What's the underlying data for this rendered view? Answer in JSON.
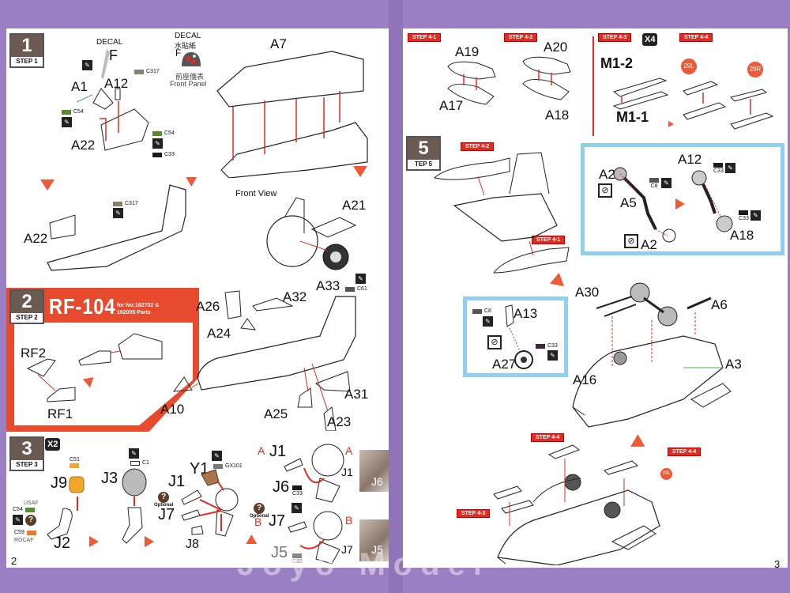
{
  "left_page": {
    "page_number": "2",
    "step1": {
      "number": "1",
      "label": "STEP 1",
      "decal_label": "DECAL",
      "decal_part": "F",
      "decal2_label": "DECAL",
      "decal2_chinese": "水貼紙",
      "decal2_part": "F",
      "front_panel_chinese": "前座儀表",
      "front_panel_label": "Front Panel",
      "parts": [
        "A1",
        "A12",
        "A22",
        "A7",
        "A22",
        "A21",
        "A33"
      ],
      "colors": [
        {
          "code": "C317",
          "hex": "#8a7f6a"
        },
        {
          "code": "C54",
          "hex": "#5a8a2e"
        },
        {
          "code": "C54",
          "hex": "#5a8a2e"
        },
        {
          "code": "C33",
          "hex": "#1a1a1a"
        },
        {
          "code": "C317",
          "hex": "#8a7f6a"
        },
        {
          "code": "C61",
          "hex": "#555555"
        }
      ],
      "front_view_label": "Front View"
    },
    "step2": {
      "number": "2",
      "label": "STEP 2",
      "variant_title": "RF-104",
      "variant_note_line1": "for No:162702 &",
      "variant_note_line2": "162005 Parts",
      "variant_parts": [
        "RF2",
        "RF1"
      ],
      "parts": [
        "A26",
        "A32",
        "A24",
        "A10",
        "A25",
        "A23",
        "A31"
      ]
    },
    "step3": {
      "number": "3",
      "label": "STEP 3",
      "multiplier": "X2",
      "parts": [
        "J9",
        "J2",
        "J3",
        "J1",
        "Y1",
        "J7",
        "J8"
      ],
      "colors": [
        {
          "code": "C51",
          "hex": "#f0a82a"
        },
        {
          "code": "C54",
          "hex": "#5a8a2e",
          "note": "USAF"
        },
        {
          "code": "C59",
          "hex": "#f07a2a",
          "note": "ROCAF"
        },
        {
          "code": "C1",
          "hex": "#ffffff"
        },
        {
          "code": "GX101",
          "hex": "#777777"
        }
      ],
      "optional_label": "Optional",
      "option_a": {
        "tag": "A",
        "parts": [
          "J1",
          "J6"
        ],
        "color": "C33",
        "photo_labels": [
          "J1",
          "J6"
        ]
      },
      "option_b": {
        "tag": "B",
        "parts": [
          "J7",
          "J5"
        ],
        "color": "C33",
        "photo_labels": [
          "J7",
          "J5"
        ]
      }
    }
  },
  "right_page": {
    "page_number": "3",
    "step4_1": {
      "label": "STEP 4-1",
      "parts": [
        "A19",
        "A17"
      ]
    },
    "step4_2": {
      "label": "STEP 4-2",
      "parts": [
        "A20",
        "A18"
      ]
    },
    "step4_3": {
      "label": "STEP 4-3",
      "multiplier": "X4",
      "parts": [
        "M1-2",
        "M1-1"
      ]
    },
    "step4_4": {
      "label": "STEP 4-4",
      "markers": [
        "29L",
        "29R"
      ]
    },
    "step5": {
      "number": "5",
      "label": "TEP 5",
      "callouts": [
        "STEP 4-2",
        "STEP 4-1",
        "STEP 4-4",
        "STEP 4-4",
        "STEP 4-3"
      ],
      "detail1_parts": [
        "A2",
        "A5",
        "A2",
        "A12",
        "A18"
      ],
      "detail1_colors": [
        {
          "code": "C8",
          "hex": "#555555"
        },
        {
          "code": "C33",
          "hex": "#1a1a1a"
        },
        {
          "code": "C33",
          "hex": "#1a1a1a"
        }
      ],
      "detail2_parts": [
        "A13",
        "A27"
      ],
      "detail2_colors": [
        {
          "code": "C8",
          "hex": "#555555"
        },
        {
          "code": "C33",
          "hex": "#3a2a3a"
        }
      ],
      "parts": [
        "A30",
        "A6",
        "A3",
        "A16"
      ],
      "marker": "29L"
    }
  },
  "watermark": "Joyo Model",
  "colors": {
    "accent_red": "#e32b22",
    "arrow_orange": "#ee5a35",
    "detail_blue": "#8fd0ee",
    "background_purple": "#9b7fc4"
  }
}
